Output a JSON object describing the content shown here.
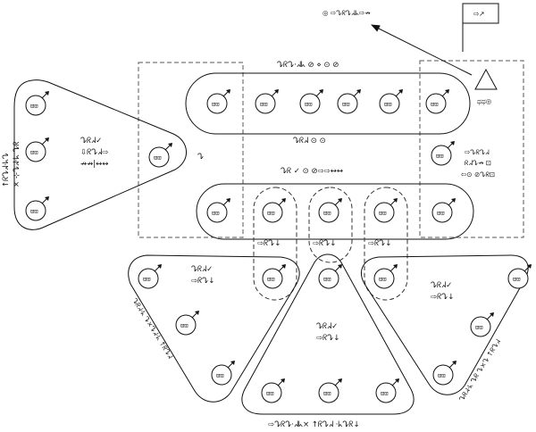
{
  "labels": {
    "top_arrow": "◎ ⇨ᖊᖇᖊᖽᖾ⇨↛",
    "flag": "⇨↗",
    "triangle_marker": "ಥಥ◎",
    "top_group": "ᖊᖇᖊ·ᖽᖾ ⊘ ⋄ ⊙ ⊘",
    "left_sidebar_1": "↑ᖇᖊᖽ·ᖾᖊ",
    "left_sidebar_2": "× ⊹ᖊᖽ·ᖾ ᖊᖇ",
    "left_tri_1": "ᖊᖇᖽ✓",
    "left_tri_2": "⇩ᖇᖊᖽ⇨",
    "left_tri_3": "↛↛|↔↔",
    "left_side_small": "ᖊ",
    "center_mid": "ᖊᖇᖽ ⊙ ⊙",
    "center_long": "ᖊᖇ ✓ ⊙ ⊘⇨⇨↔↔",
    "right_mid_1": "⇨ᖊᖇᖊᖽ",
    "right_mid_2": "ᖇᖽᖊ↛ ⊡",
    "right_mid_3": "⇦⊙ ⊘ᖊᖇ⊡",
    "row_small_1": "⇨ᖇᖊ↓",
    "row_small_2": "⇨ᖇᖊ↓",
    "row_small_3": "⇨ᖇᖊ↓",
    "bl_tri_1": "ᖊᖇᖽ✓",
    "bl_tri_2": "⇨ᖇᖊ↓",
    "bl_side": "ᖊᖇᖽ·ᖾ ᖊ×ᖊᖽ·ᖾ ↑ᖇᖊᖽ",
    "bm_tri_1": "ᖊᖇᖽ✓",
    "bm_tri_2": "⇨ᖇᖊ↓",
    "br_tri_1": "ᖊᖇᖽ✓",
    "br_tri_2": "⇨ᖇᖊ↓",
    "br_side": "ᖊᖇᖽ·ᖾ ᖊᖇ ᖊ×ᖊ ↑ᖇᖊᖽ",
    "bottom_caption": "⇨ᖊᖇᖊ·ᖽᖾ× ↑ᖇᖊᖽ ·ᖾᖊᖇ↓"
  },
  "node_glyph": "⊡"
}
